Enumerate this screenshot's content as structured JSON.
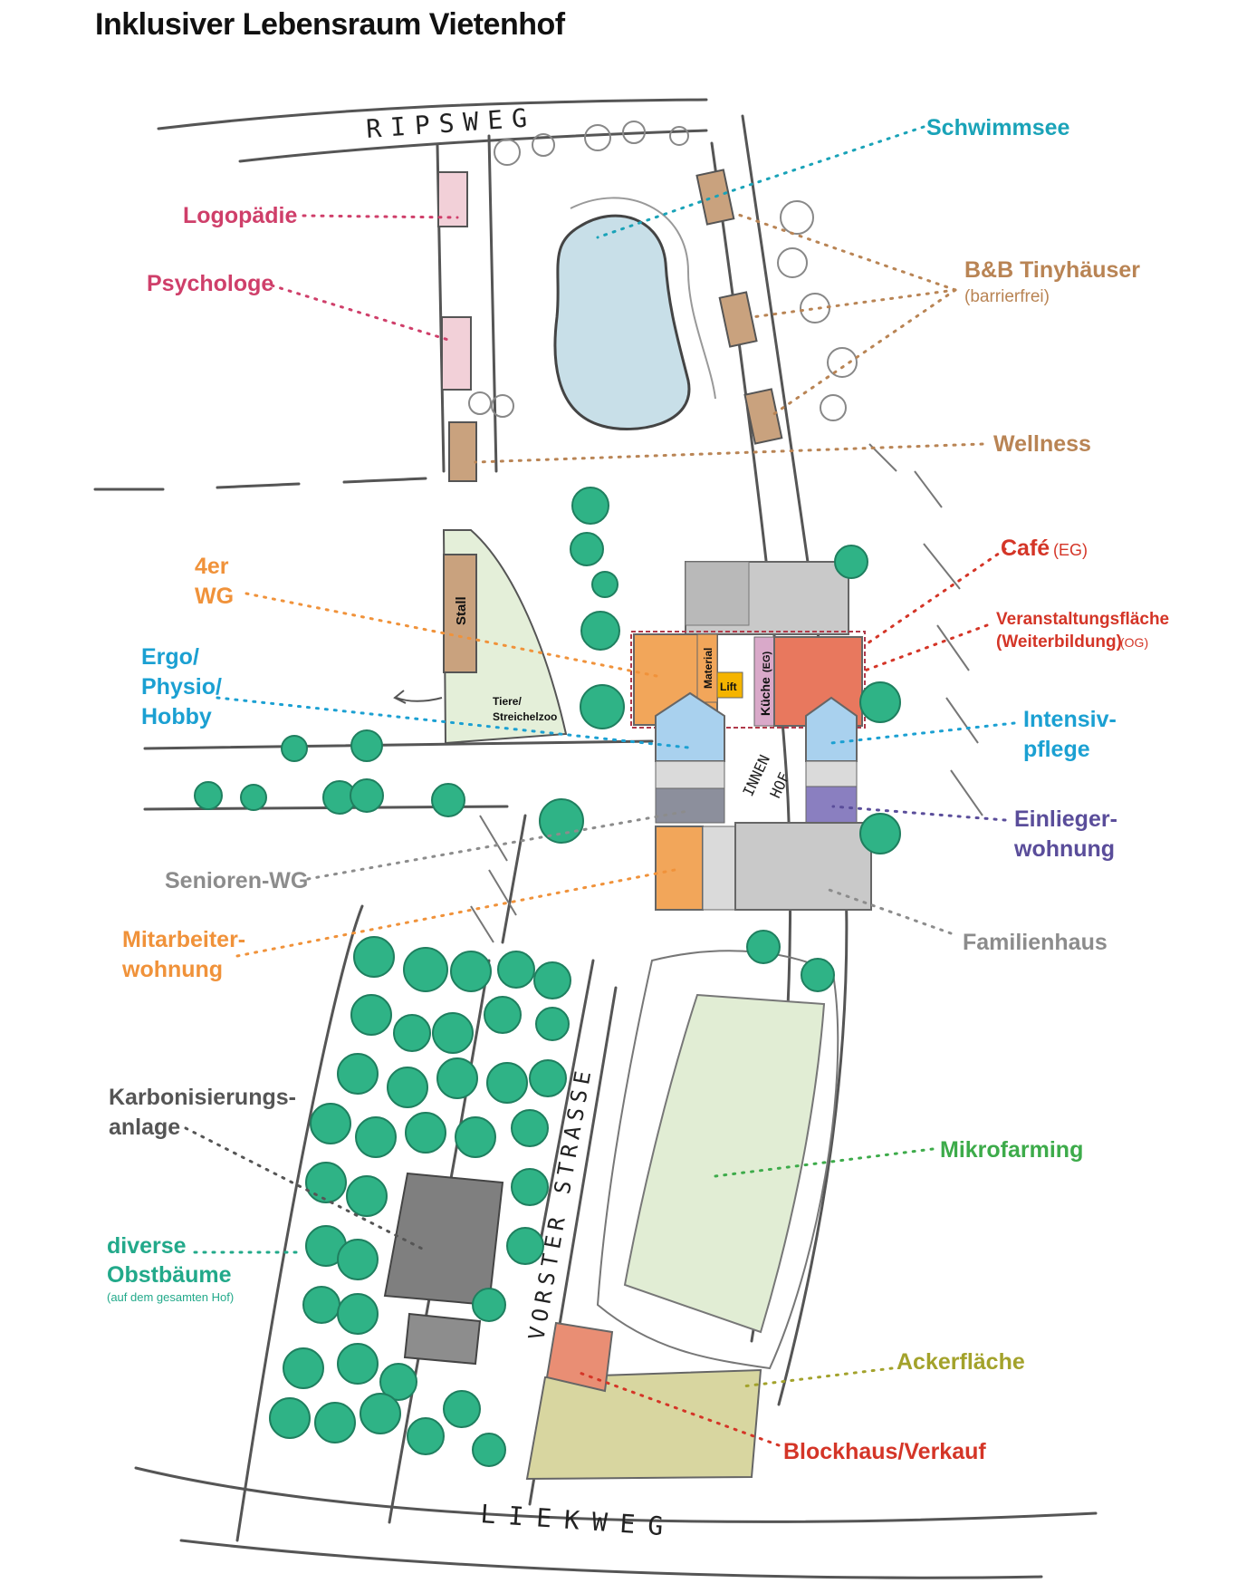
{
  "title": "Inklusiver Lebensraum Vietenhof",
  "roads": {
    "north": "RIPSWEG",
    "south": "LIEKWEG",
    "west": "VORSTER STRASSE"
  },
  "inner_court": [
    "INNEN",
    "HOF"
  ],
  "building_labels": {
    "stall": "Stall",
    "material": "Material",
    "lift": "Lift",
    "kueche": "Küche",
    "kueche_floor": "(EG)",
    "tiere_1": "Tiere/",
    "tiere_2": "Streichelzoo"
  },
  "labels": {
    "schwimmsee": "Schwimmsee",
    "logopaedie": "Logopädie",
    "psychologe": "Psychologe",
    "tinyhaeuser": "B&B Tinyhäuser",
    "tinyhaeuser_sub": "(barrierfrei)",
    "wellness": "Wellness",
    "cafe": "Café",
    "cafe_sub": "(EG)",
    "veranstaltung_1": "Veranstaltungsfläche",
    "veranstaltung_2": "(Weiterbildung)",
    "veranstaltung_sub": "(OG)",
    "wg4_1": "4er",
    "wg4_2": "WG",
    "ergo_1": "Ergo/",
    "ergo_2": "Physio/",
    "ergo_3": "Hobby",
    "intensiv_1": "Intensiv-",
    "intensiv_2": "pflege",
    "einlieger_1": "Einlieger-",
    "einlieger_2": "wohnung",
    "senioren": "Senioren-WG",
    "mitarbeiter_1": "Mitarbeiter-",
    "mitarbeiter_2": "wohnung",
    "familienhaus": "Familienhaus",
    "karbon_1": "Karbonisierungs-",
    "karbon_2": "anlage",
    "mikrofarming": "Mikrofarming",
    "obst_1": "diverse",
    "obst_2": "Obstbäume",
    "obst_sub": "(auf dem gesamten Hof)",
    "ackerflaeche": "Ackerfläche",
    "blockhaus": "Blockhaus/Verkauf"
  },
  "colors": {
    "pond": "#c8dfe8",
    "pink": "#f2d0d8",
    "tiny": "#c9a27e",
    "stall_area": "#e4efd9",
    "orange": "#f2a65a",
    "blue": "#a9d1ee",
    "red": "#e8785e",
    "lilac": "#d9a9c9",
    "lift": "#f5b400",
    "violet": "#8a7fc0",
    "dark_grey": "#8c8f9c",
    "light_grey": "#dadada",
    "mid_grey": "#c9c9c9",
    "tree": "#2fb386",
    "field": "#e1edd4",
    "acker": "#d8d6a0",
    "blockhaus": "#e98e74",
    "karbon": "#7f7f7f",
    "c_teal": "#1aa3b8",
    "c_pink": "#cf3f6a",
    "c_brown": "#b98454",
    "c_red": "#d43527",
    "c_orange": "#f0923a",
    "c_blue": "#1ba0d2",
    "c_purple": "#5a4d9a",
    "c_grey": "#8c8c8c",
    "c_darkgrey": "#555555",
    "c_green": "#3dab4a",
    "c_tree_label": "#22a98a",
    "c_olive": "#a3a22b"
  }
}
